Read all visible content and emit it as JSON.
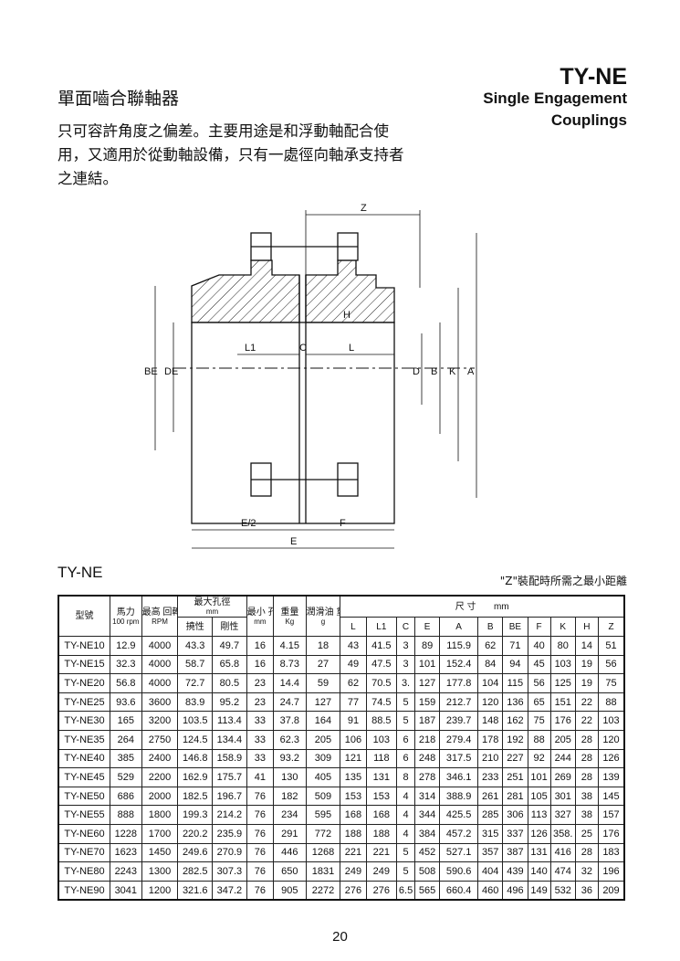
{
  "header": {
    "model_code": "TY-NE",
    "title_cn": "單面嚙合聯軸器",
    "title_en_line1": "Single Engagement",
    "title_en_line2": "Couplings",
    "description": "只可容許角度之偏差。主要用途是和浮動軸配合使用，又適用於從動軸設備，只有一處徑向軸承支持者之連結。"
  },
  "drawing": {
    "labels": {
      "z": "Z",
      "h": "H",
      "l1": "L1",
      "c": "C",
      "l": "L",
      "be": "BE",
      "de": "DE",
      "d": "D",
      "b": "B",
      "k": "K",
      "a": "A",
      "e2": "E/2",
      "f": "F",
      "e": "E"
    }
  },
  "table": {
    "label": "TY-NE",
    "note": "\"Z\"裝配時所需之最小距離",
    "headers": {
      "model": "型號",
      "power": "馬力",
      "power_sub": "100 rpm",
      "max_rpm": "最高 回轉數",
      "max_rpm_sub": "RPM",
      "max_bore": "最大孔徑",
      "max_bore_unit": "mm",
      "bore_hub": "撓性",
      "bore_rigid": "剛性",
      "min_bore": "最小 孔徑",
      "min_bore_unit": "mm",
      "weight": "重量",
      "weight_unit": "Kg",
      "grease": "潤滑油 重量",
      "grease_unit": "g",
      "dims": "尺 寸",
      "dims_unit": "mm",
      "cols": [
        "L",
        "L1",
        "C",
        "E",
        "A",
        "B",
        "BE",
        "F",
        "K",
        "H",
        "Z"
      ]
    },
    "rows": [
      [
        "TY-NE10",
        "12.9",
        "4000",
        "43.3",
        "49.7",
        "16",
        "4.15",
        "18",
        "43",
        "41.5",
        "3",
        "89",
        "115.9",
        "62",
        "71",
        "40",
        "80",
        "14",
        "51"
      ],
      [
        "TY-NE15",
        "32.3",
        "4000",
        "58.7",
        "65.8",
        "16",
        "8.73",
        "27",
        "49",
        "47.5",
        "3",
        "101",
        "152.4",
        "84",
        "94",
        "45",
        "103",
        "19",
        "56"
      ],
      [
        "TY-NE20",
        "56.8",
        "4000",
        "72.7",
        "80.5",
        "23",
        "14.4",
        "59",
        "62",
        "70.5",
        "3.",
        "127",
        "177.8",
        "104",
        "115",
        "56",
        "125",
        "19",
        "75"
      ],
      [
        "TY-NE25",
        "93.6",
        "3600",
        "83.9",
        "95.2",
        "23",
        "24.7",
        "127",
        "77",
        "74.5",
        "5",
        "159",
        "212.7",
        "120",
        "136",
        "65",
        "151",
        "22",
        "88"
      ],
      [
        "TY-NE30",
        "165",
        "3200",
        "103.5",
        "113.4",
        "33",
        "37.8",
        "164",
        "91",
        "88.5",
        "5",
        "187",
        "239.7",
        "148",
        "162",
        "75",
        "176",
        "22",
        "103"
      ],
      [
        "TY-NE35",
        "264",
        "2750",
        "124.5",
        "134.4",
        "33",
        "62.3",
        "205",
        "106",
        "103",
        "6",
        "218",
        "279.4",
        "178",
        "192",
        "88",
        "205",
        "28",
        "120"
      ],
      [
        "TY-NE40",
        "385",
        "2400",
        "146.8",
        "158.9",
        "33",
        "93.2",
        "309",
        "121",
        "118",
        "6",
        "248",
        "317.5",
        "210",
        "227",
        "92",
        "244",
        "28",
        "126"
      ],
      [
        "TY-NE45",
        "529",
        "2200",
        "162.9",
        "175.7",
        "41",
        "130",
        "405",
        "135",
        "131",
        "8",
        "278",
        "346.1",
        "233",
        "251",
        "101",
        "269",
        "28",
        "139"
      ],
      [
        "TY-NE50",
        "686",
        "2000",
        "182.5",
        "196.7",
        "76",
        "182",
        "509",
        "153",
        "153",
        "4",
        "314",
        "388.9",
        "261",
        "281",
        "105",
        "301",
        "38",
        "145"
      ],
      [
        "TY-NE55",
        "888",
        "1800",
        "199.3",
        "214.2",
        "76",
        "234",
        "595",
        "168",
        "168",
        "4",
        "344",
        "425.5",
        "285",
        "306",
        "113",
        "327",
        "38",
        "157"
      ],
      [
        "TY-NE60",
        "1228",
        "1700",
        "220.2",
        "235.9",
        "76",
        "291",
        "772",
        "188",
        "188",
        "4",
        "384",
        "457.2",
        "315",
        "337",
        "126",
        "358.",
        "25",
        "176"
      ],
      [
        "TY-NE70",
        "1623",
        "1450",
        "249.6",
        "270.9",
        "76",
        "446",
        "1268",
        "221",
        "221",
        "5",
        "452",
        "527.1",
        "357",
        "387",
        "131",
        "416",
        "28",
        "183"
      ],
      [
        "TY-NE80",
        "2243",
        "1300",
        "282.5",
        "307.3",
        "76",
        "650",
        "1831",
        "249",
        "249",
        "5",
        "508",
        "590.6",
        "404",
        "439",
        "140",
        "474",
        "32",
        "196"
      ],
      [
        "TY-NE90",
        "3041",
        "1200",
        "321.6",
        "347.2",
        "76",
        "905",
        "2272",
        "276",
        "276",
        "6.5",
        "565",
        "660.4",
        "460",
        "496",
        "149",
        "532",
        "36",
        "209"
      ]
    ]
  },
  "page_number": "20"
}
